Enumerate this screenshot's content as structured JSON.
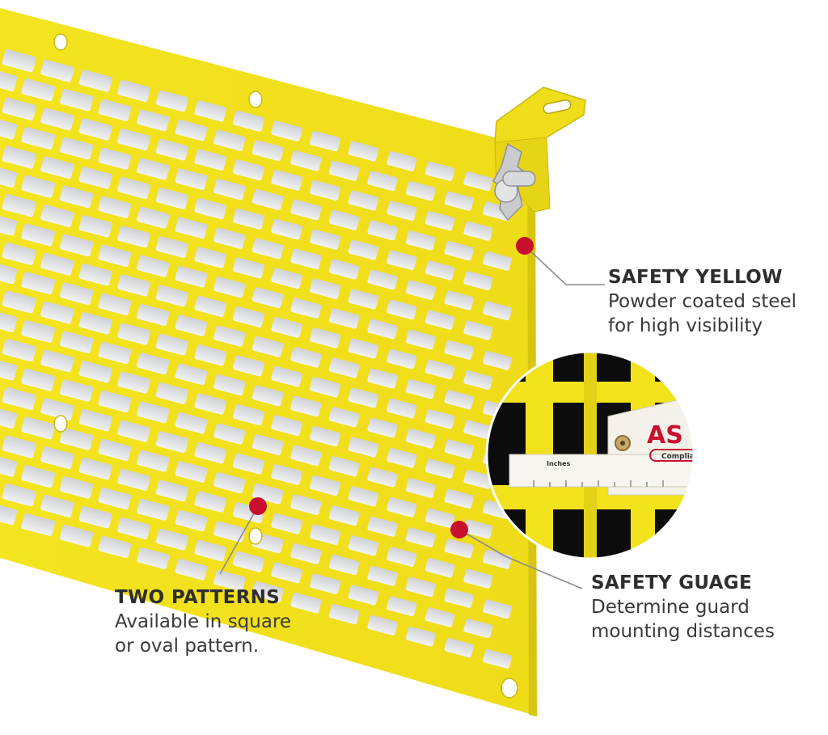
{
  "colors": {
    "safety_yellow": "#f2e21c",
    "panel_shadow": "#c9b90f",
    "hole_gray": "#e3e4e6",
    "marker_red": "#c8102e",
    "leader_line": "#8c8c8c",
    "text_dark": "#333333"
  },
  "callouts": {
    "safety_yellow": {
      "title": "SAFETY YELLOW",
      "line1": "Powder coated steel",
      "line2": "for high visibility"
    },
    "safety_guage": {
      "title": "SAFETY GUAGE",
      "line1": "Determine guard",
      "line2": "mounting distances"
    },
    "two_patterns": {
      "title": "TWO PATTERNS",
      "line1": "Available in square",
      "line2": "or oval pattern."
    }
  },
  "inset": {
    "ruler_label": "Inches",
    "brand_partial": "AS",
    "tag_text": "Complian"
  }
}
